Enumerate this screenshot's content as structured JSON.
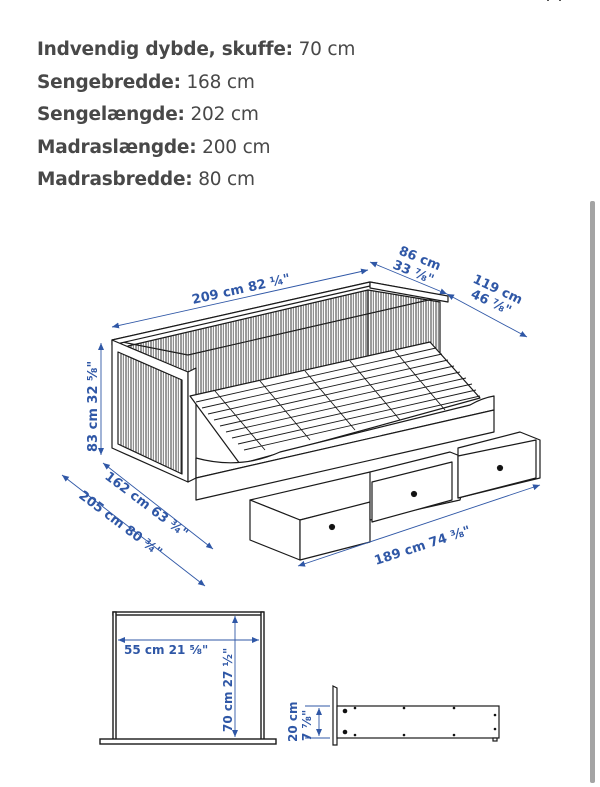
{
  "specs": [
    {
      "label": "Indvendig dybde, skuffe:",
      "value": "70 cm"
    },
    {
      "label": "Sengebredde:",
      "value": "168 cm"
    },
    {
      "label": "Sengelængde:",
      "value": "202 cm"
    },
    {
      "label": "Madraslængde:",
      "value": "200 cm"
    },
    {
      "label": "Madrasbredde:",
      "value": "80 cm"
    }
  ],
  "diagram": {
    "dimension_color": "#2f57a6",
    "line_color": "#1a1a1a",
    "bed": {
      "length_top": "209 cm 82 ¼\"",
      "depth_back": {
        "cm": "86 cm",
        "in": "33 ⅞\""
      },
      "depth_extended": {
        "cm": "119 cm",
        "in": "46 ⅞\""
      },
      "height": "83 cm 32 ⅝\"",
      "depth_side": "162 cm 63 ¾\"",
      "depth_total": "205 cm 80 ¾\"",
      "length_bottom": "189 cm 74 ⅜\""
    },
    "drawer_top": {
      "width": "55 cm 21 ⅝\"",
      "depth": "70 cm 27 ½\""
    },
    "drawer_side": {
      "height_cm": "20 cm",
      "height_in": "7 ⅞\""
    }
  },
  "scrollbar": {
    "color": "#a4a4a4"
  }
}
